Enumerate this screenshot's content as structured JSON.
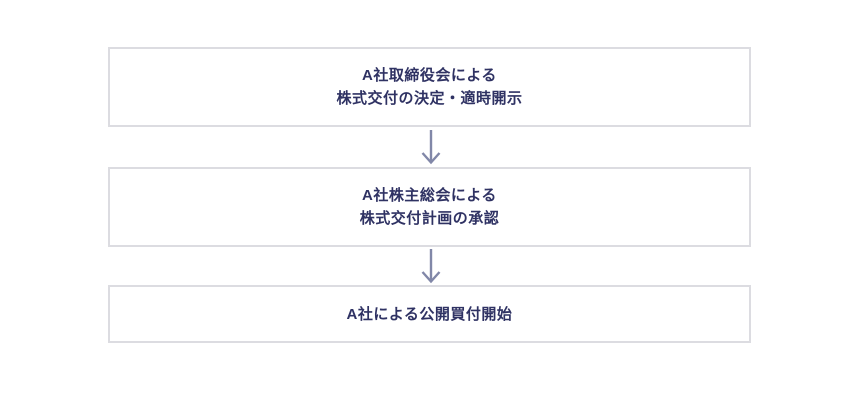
{
  "diagram": {
    "type": "flowchart",
    "direction": "top-down",
    "colors": {
      "background": "#ffffff",
      "box_fill": "#ffffff",
      "box_border": "#dcdce1",
      "text": "#2f3263",
      "arrow": "#8187a8"
    },
    "steps": [
      {
        "id": 1,
        "lines": [
          "A社取締役会による",
          "株式交付の決定・適時開示"
        ]
      },
      {
        "id": 2,
        "lines": [
          "A社株主総会による",
          "株式交付計画の承認"
        ]
      },
      {
        "id": 3,
        "lines": [
          "A社による公開買付開始"
        ]
      }
    ],
    "connectors": [
      {
        "from": 1,
        "to": 2,
        "style": "down-arrow"
      },
      {
        "from": 2,
        "to": 3,
        "style": "down-arrow"
      }
    ]
  }
}
